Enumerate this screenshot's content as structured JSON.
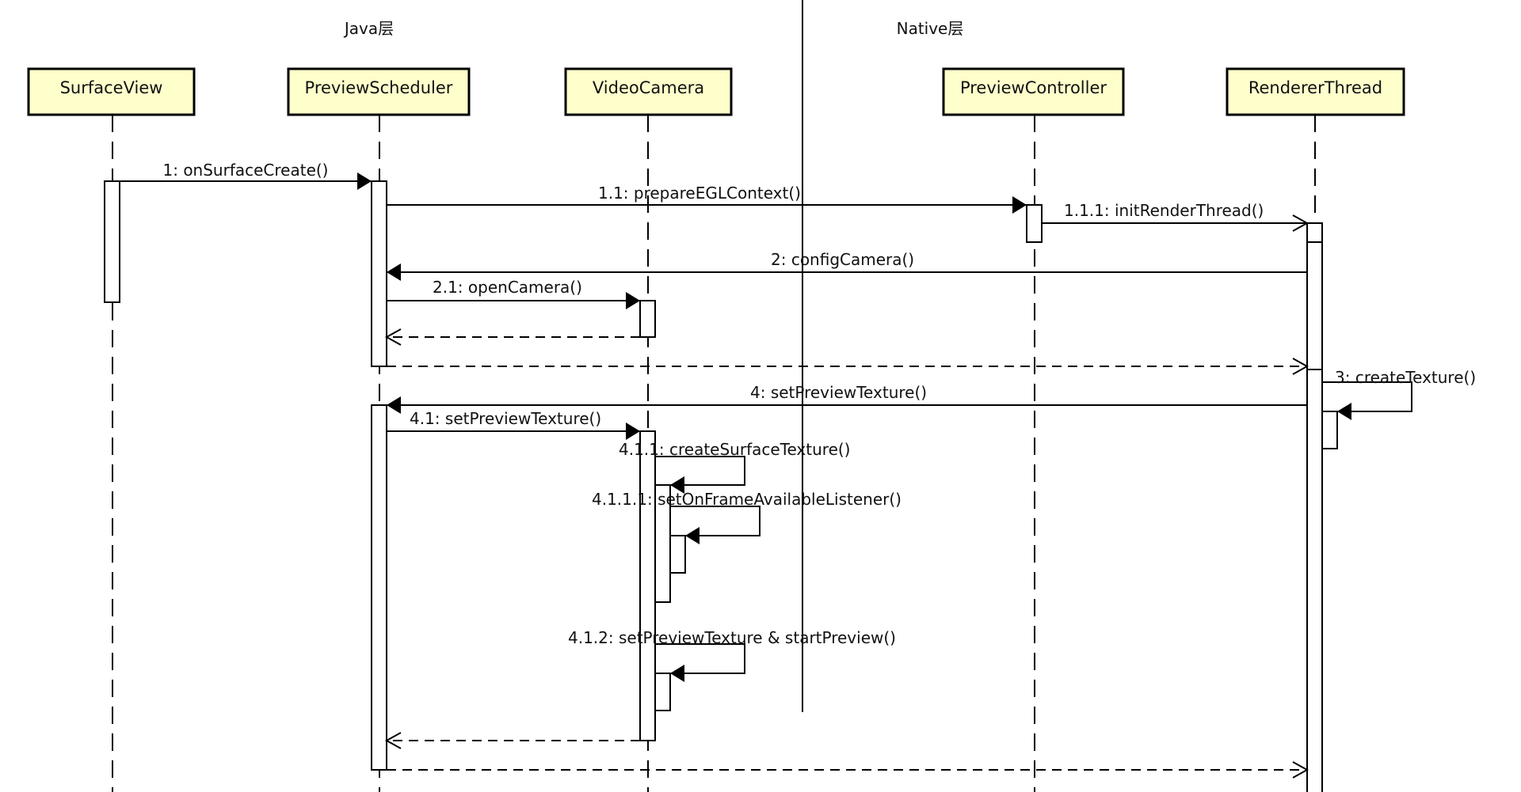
{
  "diagram": {
    "type": "uml-sequence-diagram",
    "layers": {
      "java": "Java层",
      "native": "Native层"
    },
    "participants": [
      {
        "id": "surfaceview",
        "name": "SurfaceView",
        "layer": "java"
      },
      {
        "id": "previewscheduler",
        "name": "PreviewScheduler",
        "layer": "java"
      },
      {
        "id": "videocamera",
        "name": "VideoCamera",
        "layer": "java"
      },
      {
        "id": "previewcontroller",
        "name": "PreviewController",
        "layer": "native"
      },
      {
        "id": "rendererthread",
        "name": "RendererThread",
        "layer": "native"
      }
    ],
    "messages": [
      {
        "label": "1: onSurfaceCreate()",
        "from": "SurfaceView",
        "to": "PreviewScheduler",
        "kind": "sync"
      },
      {
        "label": "1.1: prepareEGLContext()",
        "from": "PreviewScheduler",
        "to": "PreviewController",
        "kind": "sync"
      },
      {
        "label": "1.1.1: initRenderThread()",
        "from": "PreviewController",
        "to": "RendererThread",
        "kind": "async"
      },
      {
        "label": "2: configCamera()",
        "from": "RendererThread",
        "to": "PreviewScheduler",
        "kind": "sync"
      },
      {
        "label": "2.1: openCamera()",
        "from": "PreviewScheduler",
        "to": "VideoCamera",
        "kind": "sync"
      },
      {
        "label": "",
        "from": "VideoCamera",
        "to": "PreviewScheduler",
        "kind": "return"
      },
      {
        "label": "",
        "from": "PreviewScheduler",
        "to": "RendererThread",
        "kind": "return"
      },
      {
        "label": "3: createTexture()",
        "from": "RendererThread",
        "to": "RendererThread",
        "kind": "self"
      },
      {
        "label": "4: setPreviewTexture()",
        "from": "RendererThread",
        "to": "PreviewScheduler",
        "kind": "sync"
      },
      {
        "label": "4.1: setPreviewTexture()",
        "from": "PreviewScheduler",
        "to": "VideoCamera",
        "kind": "sync"
      },
      {
        "label": "4.1.1: createSurfaceTexture()",
        "from": "VideoCamera",
        "to": "VideoCamera",
        "kind": "self"
      },
      {
        "label": "4.1.1.1: setOnFrameAvailableListener()",
        "from": "VideoCamera",
        "to": "VideoCamera",
        "kind": "self"
      },
      {
        "label": "4.1.2: setPreviewTexture & startPreview()",
        "from": "VideoCamera",
        "to": "VideoCamera",
        "kind": "self"
      },
      {
        "label": "",
        "from": "VideoCamera",
        "to": "PreviewScheduler",
        "kind": "return"
      },
      {
        "label": "",
        "from": "PreviewScheduler",
        "to": "RendererThread",
        "kind": "return"
      }
    ]
  }
}
